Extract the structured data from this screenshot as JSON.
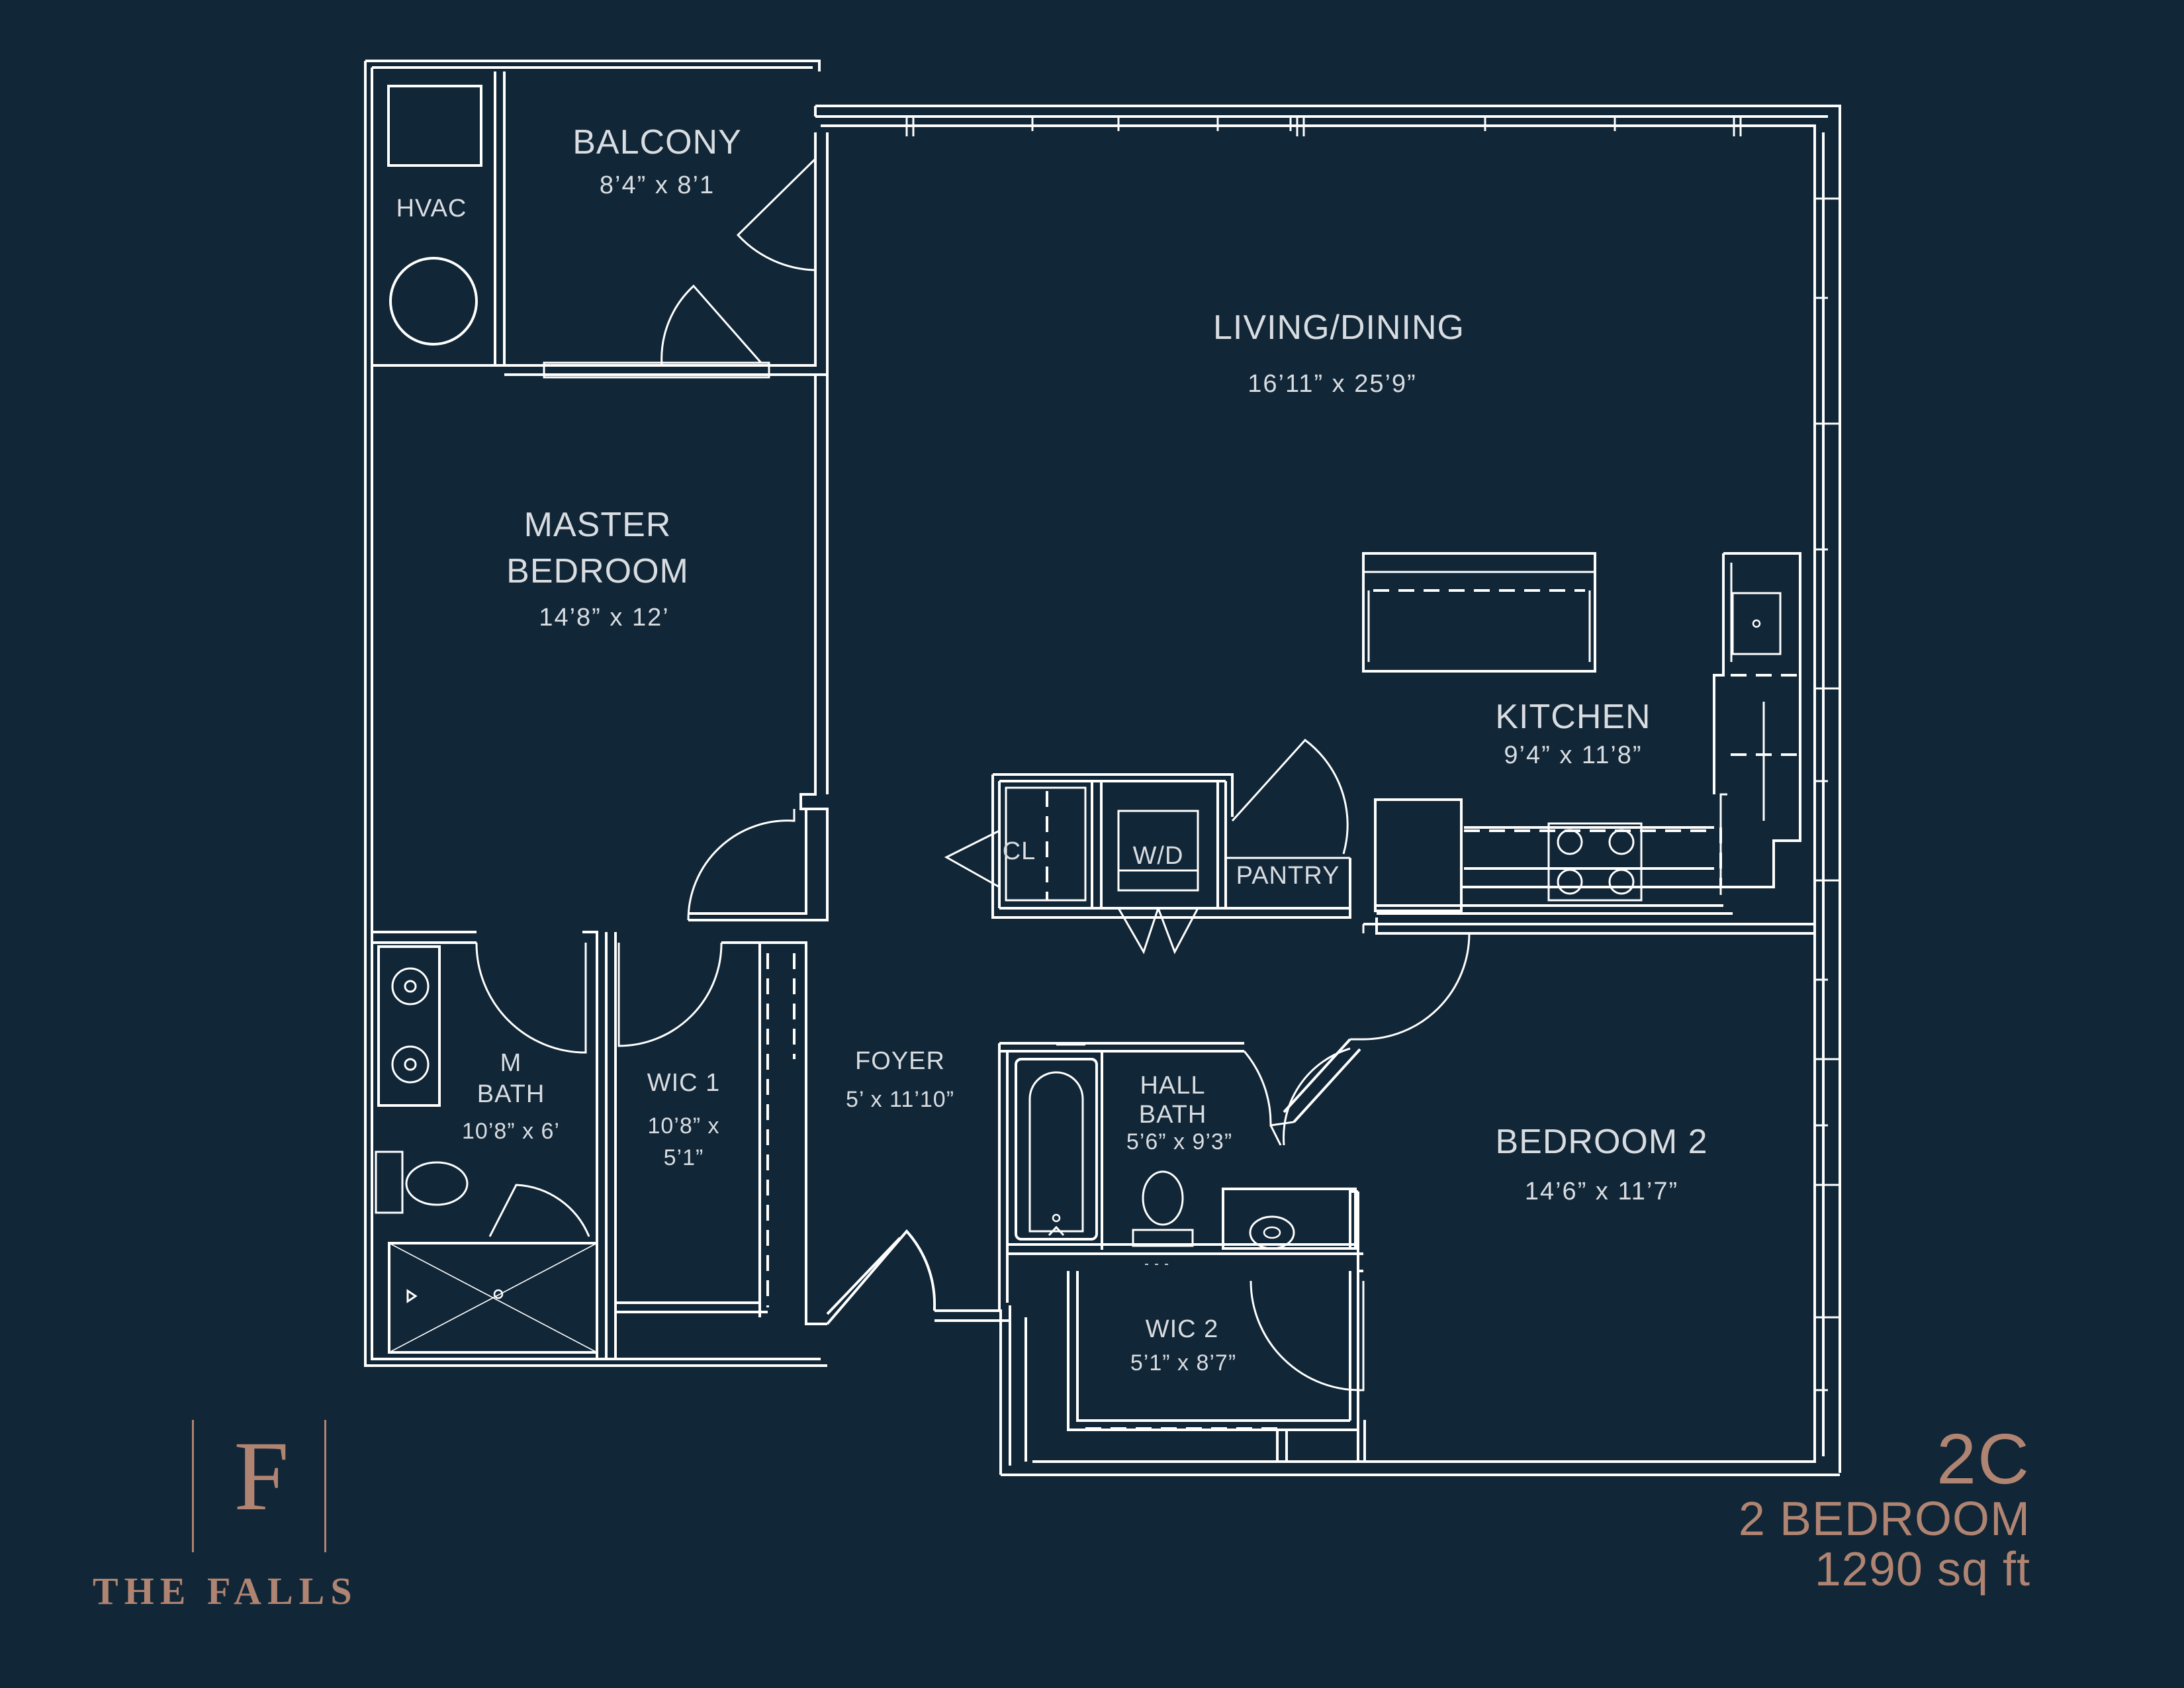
{
  "rooms": {
    "balcony": {
      "name": "BALCONY",
      "dims": "8’4” x 8’1"
    },
    "hvac": {
      "name": "HVAC"
    },
    "living": {
      "name": "LIVING/DINING",
      "dims": "16’11” x 25’9”"
    },
    "master": {
      "name_line1": "MASTER",
      "name_line2": "BEDROOM",
      "dims": "14’8” x 12’"
    },
    "kitchen": {
      "name": "KITCHEN",
      "dims": "9’4” x 11’8”"
    },
    "closet": {
      "name": "CL"
    },
    "laundry": {
      "name": "W/D"
    },
    "pantry": {
      "name": "PANTRY"
    },
    "mbath": {
      "name_line1": "M",
      "name_line2": "BATH",
      "dims": "10’8” x 6’"
    },
    "wic1": {
      "name": "WIC 1",
      "dims_line1": "10’8” x",
      "dims_line2": "5’1”"
    },
    "foyer": {
      "name": "FOYER",
      "dims": "5’ x 11’10”"
    },
    "hallbath": {
      "name_line1": "HALL",
      "name_line2": "BATH",
      "dims": "5’6” x 9’3”"
    },
    "bedroom2": {
      "name": "BEDROOM 2",
      "dims": "14’6” x 11’7”"
    },
    "wic2": {
      "name": "WIC 2",
      "dims": "5’1” x 8’7”"
    }
  },
  "brand": {
    "letter": "F",
    "name": "THE FALLS"
  },
  "unit": {
    "code": "2C",
    "type": "2 BEDROOM",
    "area": "1290 sq ft"
  },
  "colors": {
    "background": "#112636",
    "lines": "#ffffff",
    "accent": "#b08472"
  }
}
